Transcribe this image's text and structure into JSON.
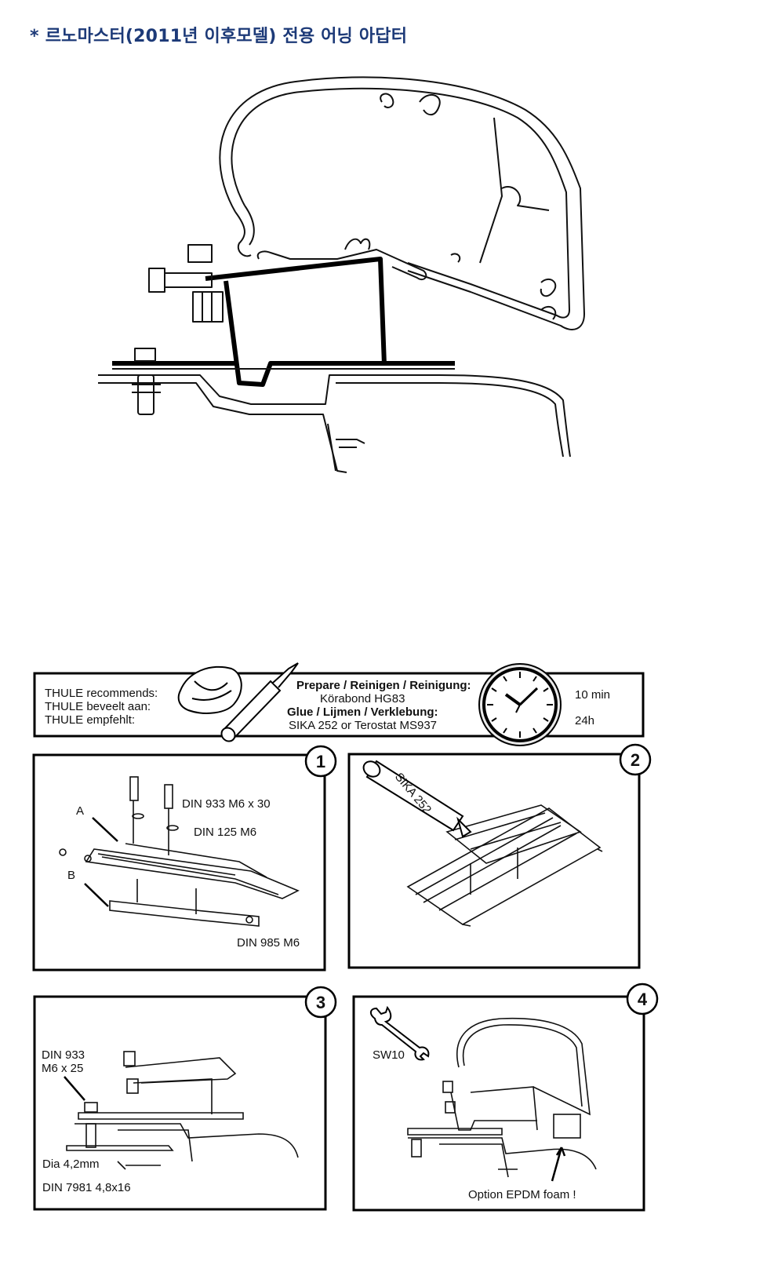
{
  "title": {
    "star": "*",
    "text": "르노마스터(2011년 이후모델) 전용 어닝 아답터"
  },
  "recommend_bar": {
    "lines": [
      "THULE recommends:",
      "THULE beveelt aan:",
      "THULE empfehlt:"
    ],
    "prepare_heading": "Prepare / Reinigen / Reinigung:",
    "prepare_product": "Körabond HG83",
    "glue_heading": "Glue / Lijmen / Verklebung:",
    "glue_product": "SIKA 252 or Terostat MS937",
    "time_1": "10 min",
    "time_2": "24h"
  },
  "steps": [
    {
      "number": "1",
      "labels": {
        "a": "A",
        "b": "B",
        "bolt": "DIN 933 M6 x 30",
        "washer": "DIN 125 M6",
        "nut": "DIN 985 M6"
      }
    },
    {
      "number": "2",
      "labels": {
        "tube": "SIKA 252"
      }
    },
    {
      "number": "3",
      "labels": {
        "bolt_line1": "DIN 933",
        "bolt_line2": "M6 x 25",
        "drill": "Dia 4,2mm",
        "screw": "DIN 7981 4,8x16"
      }
    },
    {
      "number": "4",
      "labels": {
        "wrench": "SW10",
        "foam": "Option EPDM foam !"
      }
    }
  ],
  "icons": [
    "tissue-icon",
    "glue-tube-icon",
    "clock-icon",
    "wrench-icon"
  ]
}
